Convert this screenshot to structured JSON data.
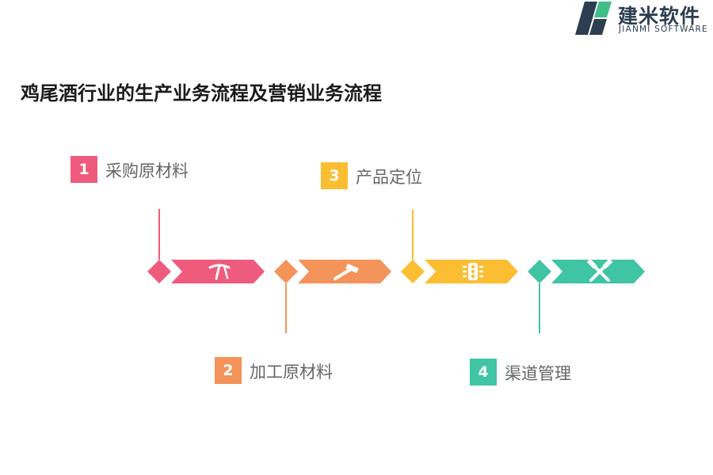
{
  "logo": {
    "name_cn": "建米软件",
    "name_en": "JIANMI SOFTWARE",
    "colors": {
      "dark": "#2d3e50",
      "green": "#3fbf8a"
    }
  },
  "title": "鸡尾酒行业的生产业务流程及营销业务流程",
  "steps": [
    {
      "number": "1",
      "label": "采购原材料",
      "color": "#ef5b7c",
      "icon": "pickaxe-icon",
      "position": "above"
    },
    {
      "number": "2",
      "label": "加工原材料",
      "color": "#f4935a",
      "icon": "hammer-icon",
      "position": "below"
    },
    {
      "number": "3",
      "label": "产品定位",
      "color": "#fbbe33",
      "icon": "stop-light-icon",
      "position": "above"
    },
    {
      "number": "4",
      "label": "渠道管理",
      "color": "#3fc4a4",
      "icon": "crossed-hammers-icon",
      "position": "below"
    }
  ]
}
